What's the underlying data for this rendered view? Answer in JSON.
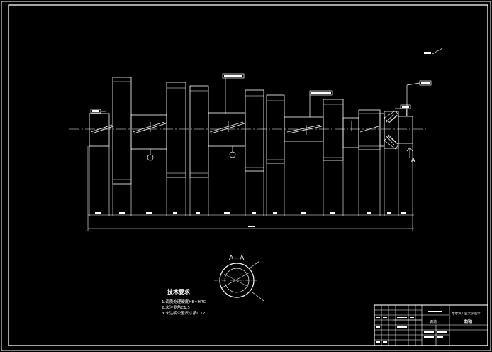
{
  "drawing": {
    "view_title": "A—A",
    "section_label": "A",
    "tech": {
      "title": "技术要求",
      "items": [
        "1.调质处理硬度HB≈HRC",
        "2.未注倒角C1.5",
        "3.未注明公差尺寸按IT12"
      ]
    },
    "title_block": {
      "part_name": "曲轴",
      "school": "哈尔滨工业大学设计",
      "material": "铸造"
    },
    "colors": {
      "lines": "#ffffff",
      "background": "#000000",
      "hatch": "#ffffff"
    }
  }
}
